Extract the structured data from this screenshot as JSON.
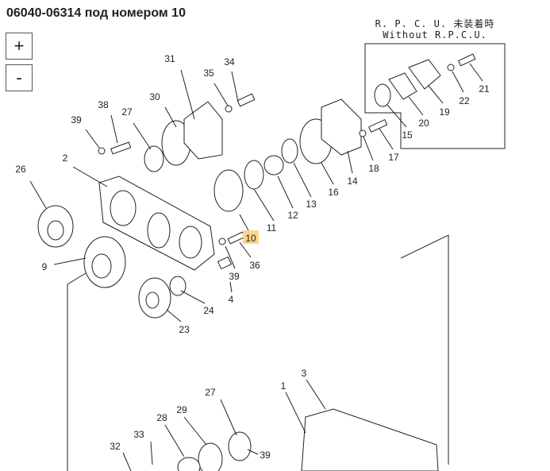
{
  "title": "06040-06314 под номером 10",
  "zoom_in_label": "+",
  "zoom_out_label": "-",
  "highlight_color": "#fdd58a",
  "inset": {
    "caption_jp": "R. P. C. U. 未装着時",
    "caption_en": "Without R.P.C.U."
  },
  "callouts": {
    "c31": "31",
    "c34": "34",
    "c35": "35",
    "c30": "30",
    "c38": "38",
    "c27": "27",
    "c39": "39",
    "c2": "2",
    "c26": "26",
    "c9": "9",
    "c24": "24",
    "c23": "23",
    "c4": "4",
    "c39b": "39",
    "c36": "36",
    "c10": "10",
    "c11": "11",
    "c12": "12",
    "c13": "13",
    "c16": "16",
    "c14": "14",
    "c18": "18",
    "c17": "17",
    "c15": "15",
    "c20": "20",
    "c19": "19",
    "c22": "22",
    "c21": "21",
    "c3": "3",
    "c1": "1",
    "c27b": "27",
    "c28": "28",
    "c29": "29",
    "c33": "33",
    "c32": "32",
    "c39c": "39"
  }
}
